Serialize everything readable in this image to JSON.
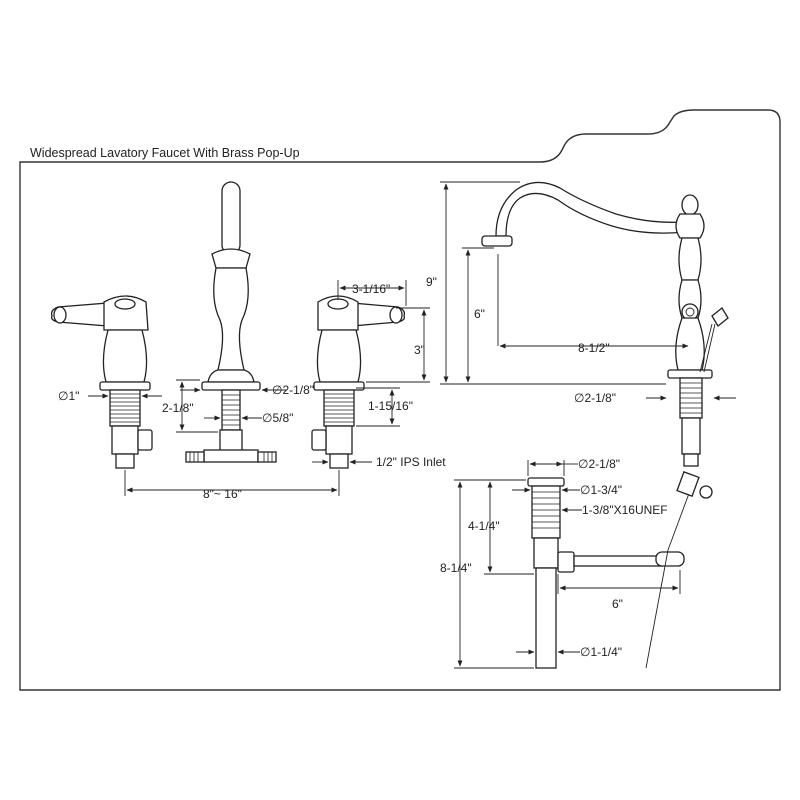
{
  "title": "Widespread Lavatory Faucet With Brass Pop-Up",
  "dimensions": {
    "handle_reach": "3-1/16\"",
    "handle_height": "3\"",
    "flange_dia_left": "∅1\"",
    "flange_dia_spout": "∅2-1/8\"",
    "spout_shank_length": "2-1/8\"",
    "shank_dia": "∅5/8\"",
    "handle_shank_length": "1-15/16\"",
    "inlet": "1/2\" IPS Inlet",
    "spread": "8\"~ 16\"",
    "total_height": "9\"",
    "spout_height": "6\"",
    "spout_reach": "8-1/2\"",
    "base_dia_side": "∅2-1/8\"",
    "drain_flange_dia": "∅2-1/8\"",
    "drain_body_dia": "∅1-3/4\"",
    "drain_thread": "1-3/8\"X16UNEF",
    "drain_upper_length": "4-1/4\"",
    "drain_total_length": "8-1/4\"",
    "lift_rod_length": "6\"",
    "tailpiece_dia": "∅1-1/4\""
  }
}
